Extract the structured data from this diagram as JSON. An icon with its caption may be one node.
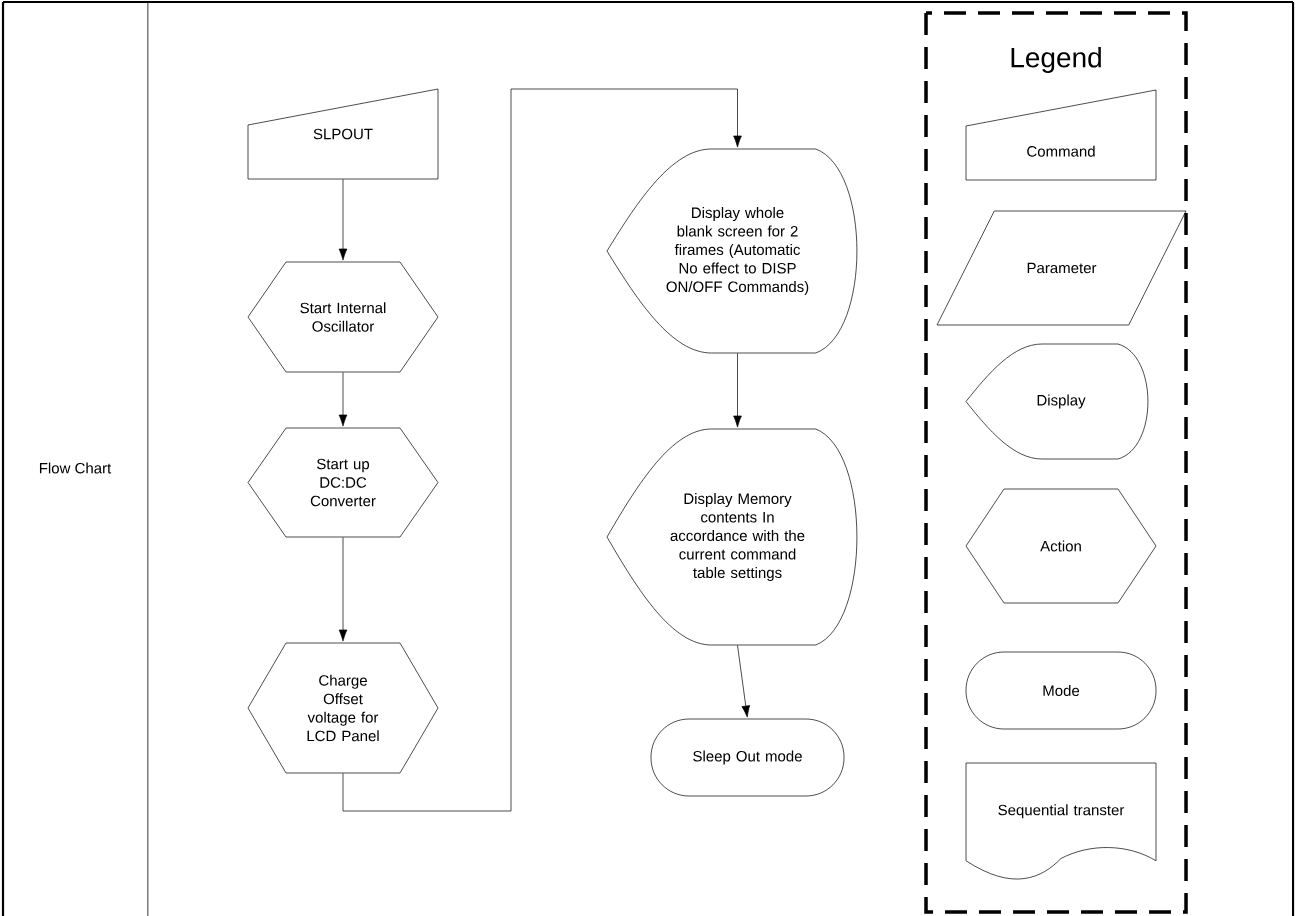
{
  "diagram": {
    "nodes": [
      {
        "text": [
          "SLPOUT"
        ]
      },
      {
        "text": [
          "Start Internal Oscillator"
        ]
      },
      {
        "text": [
          "Start up DC:DC Converter"
        ]
      },
      {
        "text": [
          "Charge Offset voltage for LCD Panel"
        ]
      },
      {
        "text": [
          "Display whole blank screen for 2 firames (Automatic No effect to DISP ON/OFF Commands)"
        ]
      },
      {
        "text": [
          "Display Memory contents In accordance with the current command table settings"
        ]
      },
      {
        "text": [
          "Sleep Out mode"
        ]
      }
    ],
    "edges": [
      {
        "from": 0,
        "to": 1,
        "arrow": "to"
      },
      {
        "from": 1,
        "to": 2,
        "arrow": "to"
      },
      {
        "from": 2,
        "to": 3,
        "arrow": "to"
      },
      {
        "from": 3,
        "to": 4,
        "arrow": "to"
      },
      {
        "from": 4,
        "to": 5,
        "arrow": "to"
      },
      {
        "from": 5,
        "to": 6,
        "arrow": "to"
      }
    ],
    "labels": [
      "Flow Chart",
      "Legend"
    ],
    "legend": [
      {
        "text": "Command"
      },
      {
        "text": "Parameter"
      },
      {
        "text": "Display"
      },
      {
        "text": "Action"
      },
      {
        "text": "Mode"
      },
      {
        "text": "Sequential transter"
      }
    ]
  }
}
